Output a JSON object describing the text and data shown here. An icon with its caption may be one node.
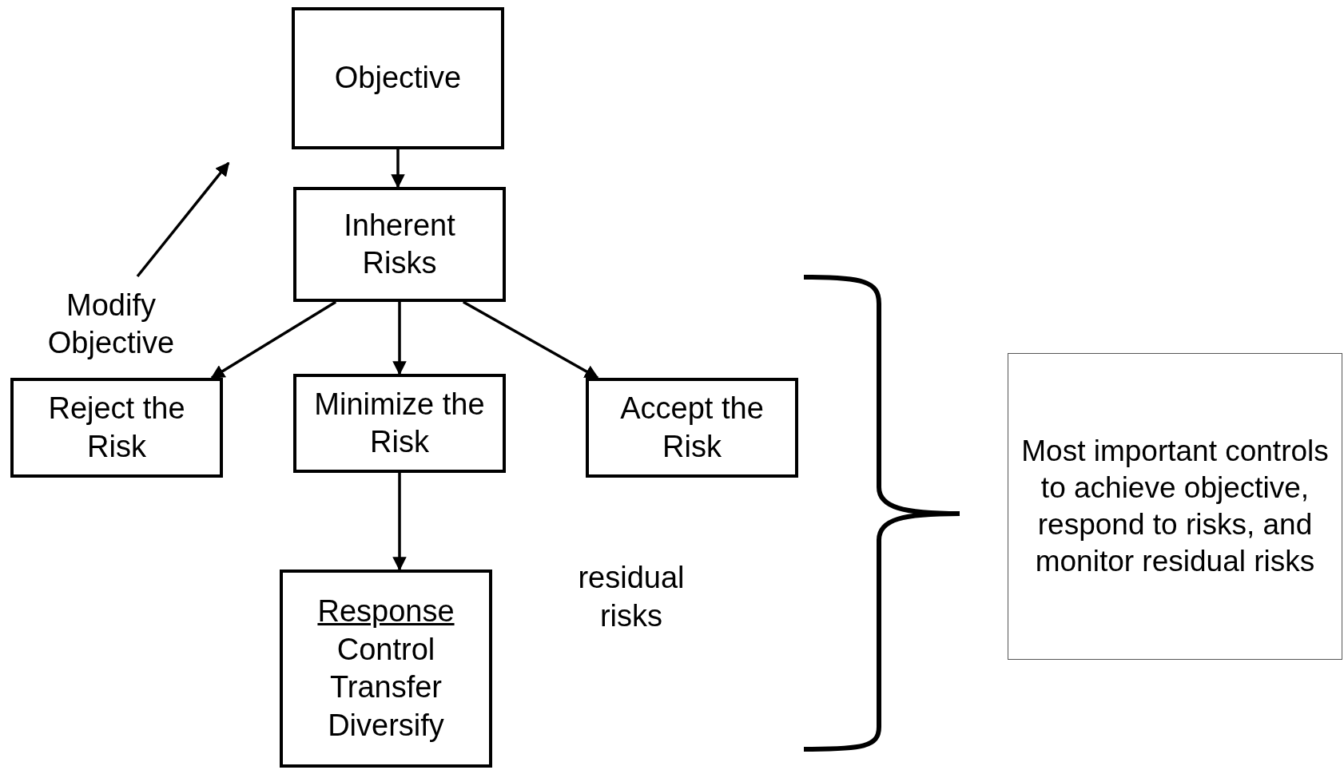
{
  "diagram": {
    "nodes": [
      {
        "text": [
          "Objective"
        ]
      },
      {
        "text": [
          "Inherent Risks"
        ]
      },
      {
        "text": [
          "Modify Objective"
        ]
      },
      {
        "text": [
          "Reject the Risk"
        ]
      },
      {
        "text": [
          "Minimize the Risk"
        ]
      },
      {
        "text": [
          "Accept the Risk"
        ]
      },
      {
        "text": [
          "Response",
          "Control",
          "Transfer",
          "Diversify"
        ]
      },
      {
        "text": [
          "Most important controls to achieve objective, respond to risks, and monitor residual risks"
        ]
      }
    ],
    "edges": [
      {
        "from": 0,
        "to": 1,
        "arrow": "to"
      },
      {
        "from": 2,
        "to": null,
        "arrow": "to"
      },
      {
        "from": 1,
        "to": 3,
        "arrow": "to"
      },
      {
        "from": 1,
        "to": 4,
        "arrow": "to"
      },
      {
        "from": 1,
        "to": 5,
        "arrow": "to"
      },
      {
        "from": 4,
        "to": 6,
        "arrow": "to"
      }
    ],
    "labels": [
      "residual risks"
    ]
  }
}
